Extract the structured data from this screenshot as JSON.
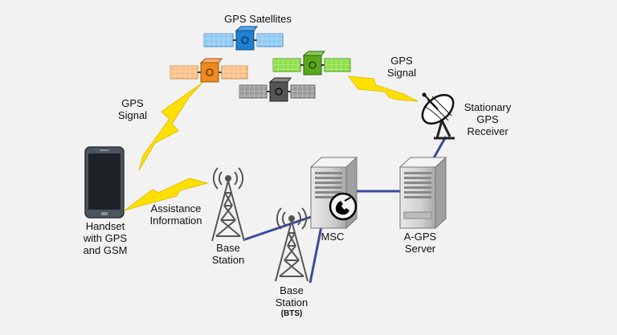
{
  "labels": {
    "satellites": "GPS Satellites",
    "gps_signal_left": [
      "GPS",
      "Signal"
    ],
    "gps_signal_right": [
      "GPS",
      "Signal"
    ],
    "receiver": [
      "Stationary",
      "GPS",
      "Receiver"
    ],
    "handset": [
      "Handset",
      "with GPS",
      "and GSM"
    ],
    "assistance": [
      "Assistance",
      "Information"
    ],
    "base_station": [
      "Base",
      "Station"
    ],
    "bts": [
      "Base",
      "Station",
      "(BTS)"
    ],
    "msc": "MSC",
    "agps_server": [
      "A-GPS",
      "Server"
    ]
  },
  "icons": {
    "satellites": [
      "satellite-blue-icon",
      "satellite-orange-icon",
      "satellite-green-icon",
      "satellite-gray-icon"
    ],
    "handset": "smartphone-icon",
    "tower": "cell-tower-icon",
    "server": "server-icon",
    "dish": "satellite-dish-icon",
    "phone": "phone-icon",
    "signal": "lightning-bolt-icon"
  },
  "colors": {
    "background": "#f2f2f2",
    "link": "#3a4a9a",
    "signal": "#ffe000",
    "sat_blue": "#1f7fd1",
    "sat_orange": "#f08a1e",
    "sat_green": "#5aa81e",
    "sat_gray": "#555555"
  }
}
